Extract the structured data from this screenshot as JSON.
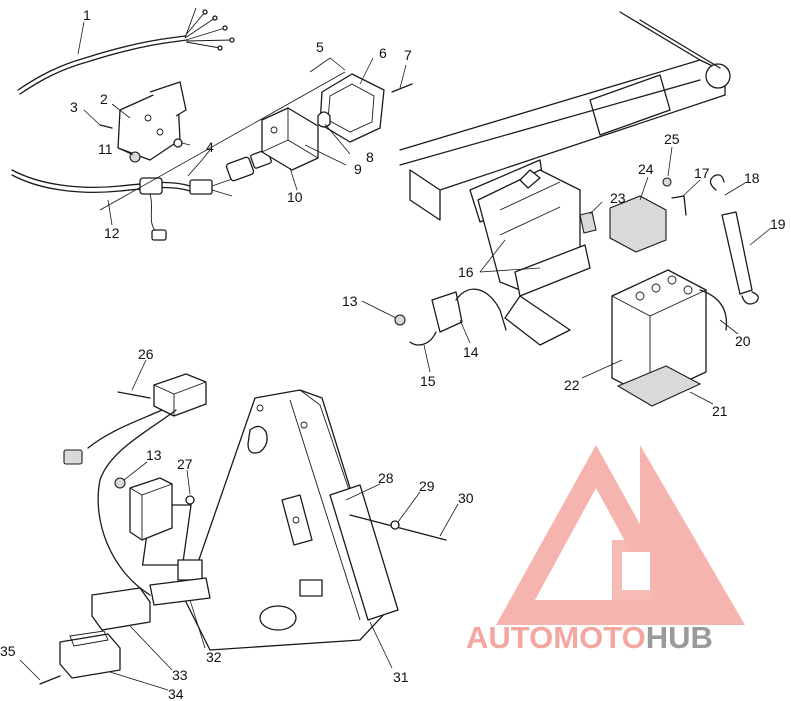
{
  "callouts": {
    "c1": "1",
    "c2": "2",
    "c3": "3",
    "c4": "4",
    "c5": "5",
    "c6": "6",
    "c7": "7",
    "c8": "8",
    "c9": "9",
    "c10": "10",
    "c11": "11",
    "c12": "12",
    "c13a": "13",
    "c13b": "13",
    "c14": "14",
    "c15": "15",
    "c16": "16",
    "c17": "17",
    "c18": "18",
    "c19": "19",
    "c20": "20",
    "c21": "21",
    "c22": "22",
    "c23": "23",
    "c24": "24",
    "c25": "25",
    "c26": "26",
    "c27": "27",
    "c28": "28",
    "c29": "29",
    "c30": "30",
    "c31": "31",
    "c32": "32",
    "c33": "33",
    "c34": "34",
    "c35": "35"
  },
  "watermark": {
    "part1": "AUTO",
    "part2": "MOTO",
    "part3": "HUB",
    "color_light": "#f4a7a0",
    "color_dark": "#9a9a9a"
  }
}
